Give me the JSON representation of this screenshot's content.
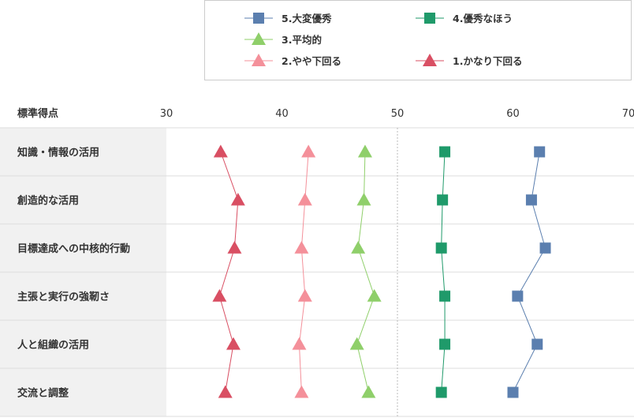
{
  "chart_data": {
    "type": "line",
    "orientation": "horizontal",
    "axis_title": "標準得点",
    "xlim": [
      30,
      70
    ],
    "ticks": [
      30,
      40,
      50,
      60,
      70
    ],
    "reference_line": 50,
    "categories": [
      "知識・情報の活用",
      "創造的な活用",
      "目標達成への中核的行動",
      "主張と実行の強靭さ",
      "人と組織の活用",
      "交流と調整"
    ],
    "series": [
      {
        "name": "5.大変優秀",
        "marker": "square",
        "color": "#5b7faf",
        "values": [
          62.3,
          61.6,
          62.8,
          60.4,
          62.1,
          60.0
        ]
      },
      {
        "name": "4.優秀なほう",
        "marker": "square",
        "color": "#1f9a6a",
        "values": [
          54.1,
          53.9,
          53.8,
          54.1,
          54.1,
          53.8
        ]
      },
      {
        "name": "3.平均的",
        "marker": "triangle",
        "color": "#8fcf6a",
        "values": [
          47.2,
          47.1,
          46.6,
          48.0,
          46.5,
          47.5
        ]
      },
      {
        "name": "2.やや下回る",
        "marker": "triangle",
        "color": "#f4909a",
        "values": [
          42.3,
          42.0,
          41.7,
          42.0,
          41.5,
          41.7
        ]
      },
      {
        "name": "1.かなり下回る",
        "marker": "triangle",
        "color": "#d94f63",
        "values": [
          34.7,
          36.2,
          35.9,
          34.6,
          35.8,
          35.1
        ]
      }
    ],
    "legend_position": "top-right"
  }
}
